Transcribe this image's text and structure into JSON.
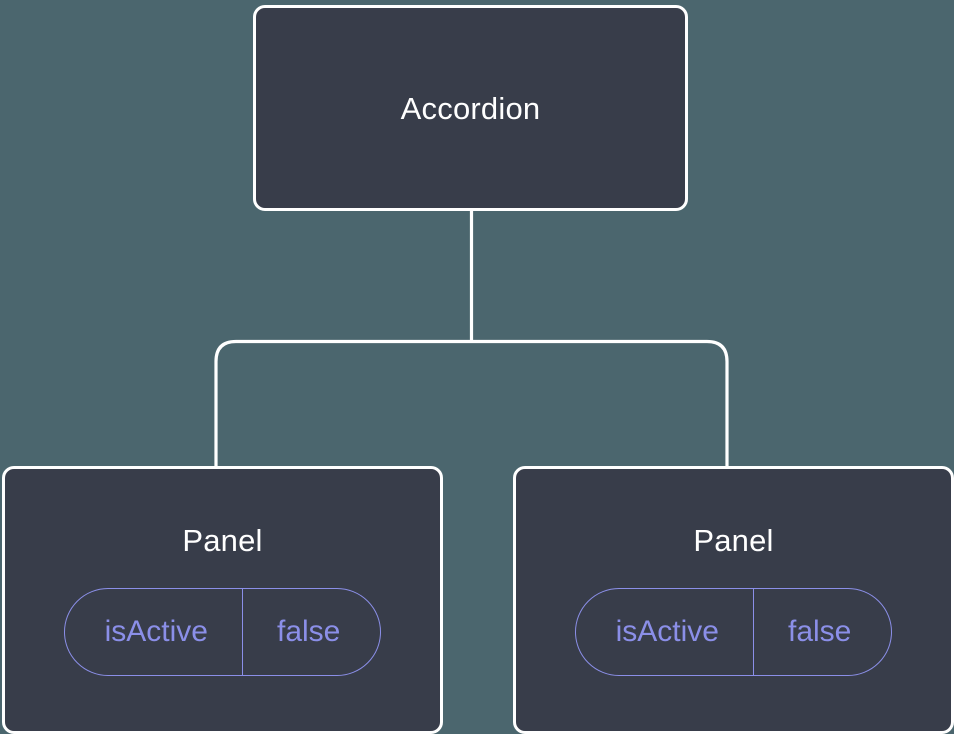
{
  "diagram": {
    "type": "component-tree",
    "background_color": "#4b666e",
    "node_fill_color": "#383d4a",
    "node_border_color": "#ffffff",
    "accent_color": "#8b8fe8",
    "title_color": "#ffffff",
    "root": {
      "label": "Accordion"
    },
    "children": [
      {
        "label": "Panel",
        "props": [
          {
            "key": "isActive",
            "value": "false"
          }
        ]
      },
      {
        "label": "Panel",
        "props": [
          {
            "key": "isActive",
            "value": "false"
          }
        ]
      }
    ],
    "edges": [
      {
        "from": "Accordion",
        "to": "Panel"
      },
      {
        "from": "Accordion",
        "to": "Panel"
      }
    ]
  }
}
